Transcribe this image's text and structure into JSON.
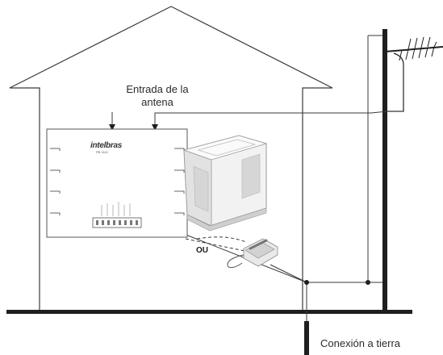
{
  "labels": {
    "antenna_line1": "Entrada de la",
    "antenna_line2": "antena",
    "ground": "Conexión a tierra",
    "alternative": "OU",
    "brand": "intelbras",
    "model": "PB 1110"
  },
  "icons": {
    "antenna": "antenna-icon",
    "telephone": "telephone-icon",
    "amplifier": "device-icon",
    "house": "house-outline"
  },
  "colors": {
    "line": "#3a3a3a",
    "mast": "#1f1f1f",
    "device_fill": "#f2f2f2",
    "device_shade": "#cfcfcf"
  }
}
